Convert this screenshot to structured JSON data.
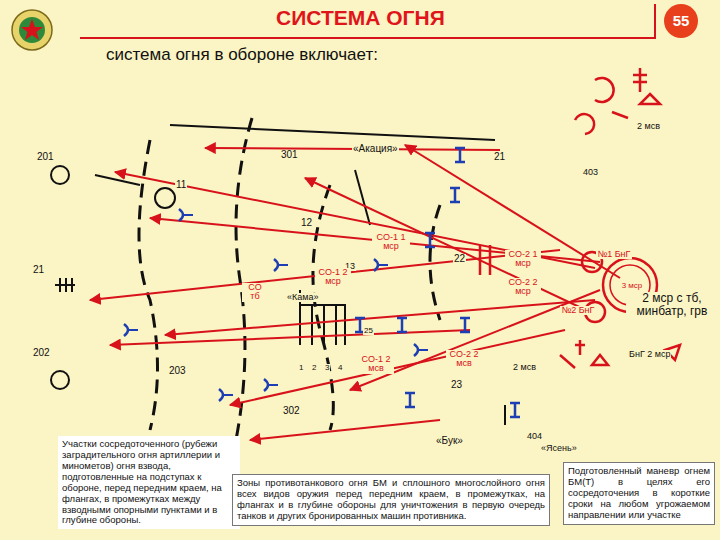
{
  "diagram": {
    "title": "СИСТЕМА ОГНЯ",
    "nodes": [
      {
        "text": [
          "55"
        ]
      },
      {
        "text": [
          "Участки сосредоточенного (рубежи заградительного огня артиллерии и минометов) огня взвода, подготовленные на подступах к обороне, перед передним краем, на флангах, в промежутках между взводными опорными пунктами и в глубине обороны."
        ]
      },
      {
        "text": [
          "Зоны противотанкового огня БМ и сплошного многослойного огня всех видов оружия перед передним краем, в промежутках, на флангах и в глубине обороны для уничтожения в первую очередь танков и других бронированных машин противника."
        ]
      },
      {
        "text": [
          "Подготовленный маневр огнем БМ(Т) в целях его сосредоточения в короткие сроки на любом угрожаемом направлении или участке"
        ]
      }
    ],
    "labels": [
      "система огня в обороне включает:",
      "2 мсв",
      "«Акация»",
      "301",
      "21",
      "201",
      "403",
      "11",
      "12",
      "СО-1 1 мср",
      "22",
      "СО-2 1 мср",
      "№1 БнГ",
      "21",
      "СО-2 2 мср",
      "13",
      "СО-1 2 мср",
      "СО тб",
      "«Кама»",
      "3 мср",
      "2 мср с тб, минбатр, грв",
      "№2 БнГ",
      "25",
      "202",
      "203",
      "1",
      "2",
      "3",
      "4",
      "СО-1 2 мсв",
      "СО-2 2 мсв",
      "2 мсв",
      "БнГ 2 мср",
      "23",
      "302",
      "«Бук»",
      "404",
      "«Ясень»"
    ]
  }
}
